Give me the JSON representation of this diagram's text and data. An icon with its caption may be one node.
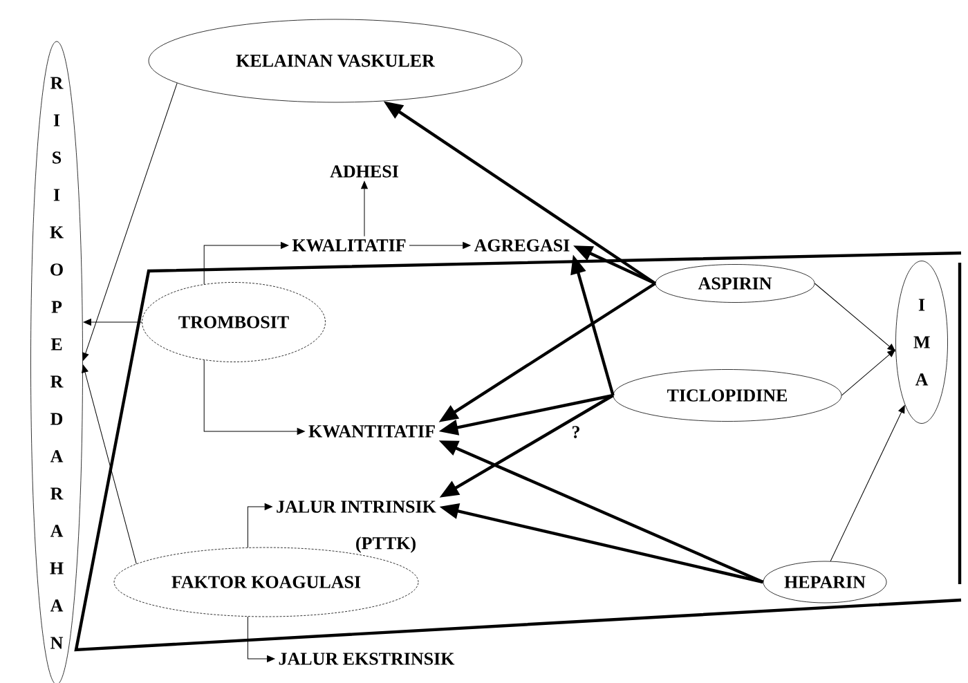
{
  "diagram": {
    "nodes": [
      {
        "text": [
          "R I S I K O P E R D A R A H A N"
        ]
      },
      {
        "text": [
          "KELAINAN VASKULER"
        ]
      },
      {
        "text": [
          "ADHESI"
        ]
      },
      {
        "text": [
          "KWALITATIF"
        ]
      },
      {
        "text": [
          "AGREGASI"
        ]
      },
      {
        "text": [
          "TROMBOSIT"
        ]
      },
      {
        "text": [
          "ASPIRIN"
        ]
      },
      {
        "text": [
          "I M A"
        ]
      },
      {
        "text": [
          "KWANTITATIF"
        ]
      },
      {
        "text": [
          "TICLOPIDINE"
        ]
      },
      {
        "text": [
          "JALUR INTRINSIK"
        ]
      },
      {
        "text": [
          "FAKTOR KOAGULASI"
        ]
      },
      {
        "text": [
          "HEPARIN"
        ]
      },
      {
        "text": [
          "JALUR EKSTRINSIK"
        ]
      }
    ],
    "edges": [
      {
        "from": 1,
        "to": 0,
        "arrow": "to"
      },
      {
        "from": 5,
        "to": 0,
        "arrow": "to"
      },
      {
        "from": 11,
        "to": 0,
        "arrow": "to"
      },
      {
        "from": 5,
        "to": 3,
        "arrow": "to"
      },
      {
        "from": 5,
        "to": 8,
        "arrow": "to"
      },
      {
        "from": 3,
        "to": 4,
        "arrow": "to"
      },
      {
        "from": 3,
        "to": 2,
        "arrow": "to"
      },
      {
        "from": 6,
        "to": 1,
        "arrow": "to",
        "style": "thick"
      },
      {
        "from": 6,
        "to": 4,
        "arrow": "to",
        "style": "thick"
      },
      {
        "from": 6,
        "to": 8,
        "arrow": "to",
        "style": "thick"
      },
      {
        "from": 9,
        "to": 4,
        "arrow": "to",
        "style": "thick"
      },
      {
        "from": 9,
        "to": 8,
        "arrow": "to",
        "style": "thick"
      },
      {
        "from": 9,
        "to": 10,
        "arrow": "to",
        "style": "thick",
        "label": "?"
      },
      {
        "from": 12,
        "to": 8,
        "arrow": "to",
        "style": "thick"
      },
      {
        "from": 12,
        "to": 10,
        "arrow": "to",
        "style": "thick"
      },
      {
        "from": 6,
        "to": 7,
        "arrow": "to"
      },
      {
        "from": 9,
        "to": 7,
        "arrow": "to"
      },
      {
        "from": 12,
        "to": 7,
        "arrow": "to"
      },
      {
        "from": 11,
        "to": 10,
        "arrow": "to"
      },
      {
        "from": 11,
        "to": 13,
        "arrow": "to"
      }
    ],
    "labels": [
      "(PTTK)"
    ]
  }
}
